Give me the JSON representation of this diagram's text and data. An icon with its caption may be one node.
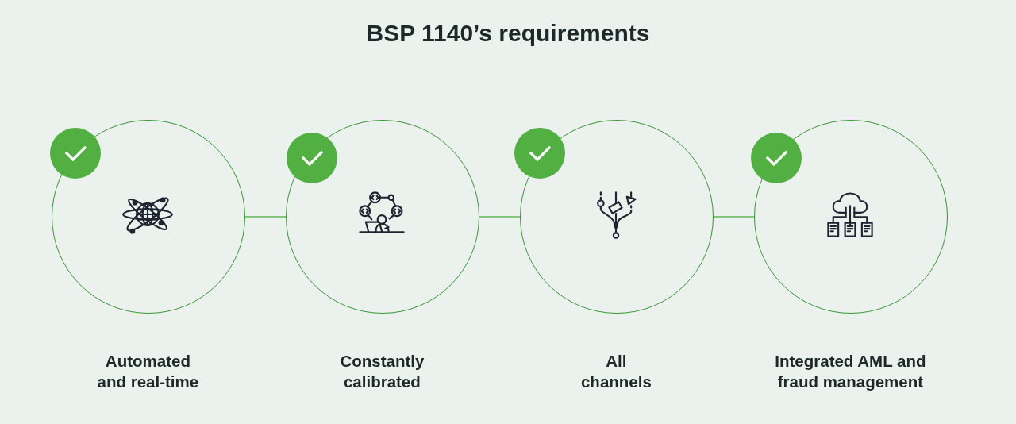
{
  "diagram": {
    "title": "BSP 1140’s requirements",
    "nodes": [
      {
        "text": [
          "Automated and real-time"
        ]
      },
      {
        "text": [
          "Constantly calibrated"
        ]
      },
      {
        "text": [
          "All channels"
        ]
      },
      {
        "text": [
          "Integrated AML and fraud management"
        ]
      }
    ],
    "edges": [
      {
        "from": 0,
        "to": 1,
        "arrow": "none"
      },
      {
        "from": 1,
        "to": 2,
        "arrow": "none"
      },
      {
        "from": 2,
        "to": 3,
        "arrow": "none"
      }
    ]
  }
}
